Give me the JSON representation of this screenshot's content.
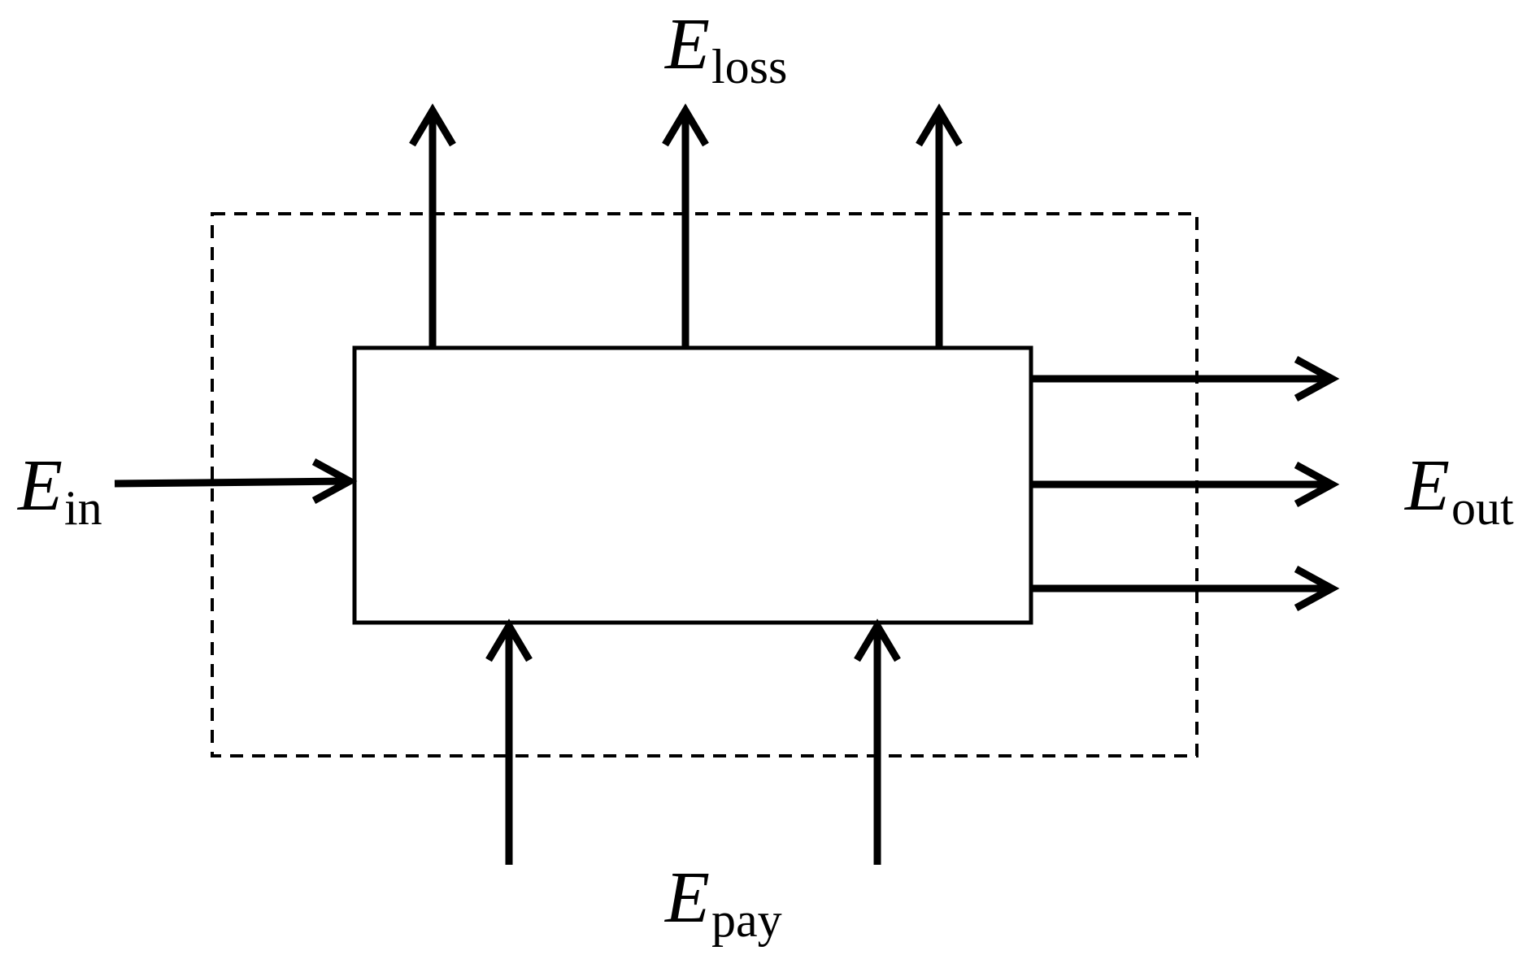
{
  "diagram": {
    "labels": {
      "loss": {
        "symbol": "E",
        "subscript": "loss"
      },
      "input": {
        "symbol": "E",
        "subscript": "in"
      },
      "output": {
        "symbol": "E",
        "subscript": "out"
      },
      "pay": {
        "symbol": "E",
        "subscript": "pay"
      }
    },
    "colors": {
      "stroke": "#000000",
      "background": "#ffffff"
    }
  }
}
